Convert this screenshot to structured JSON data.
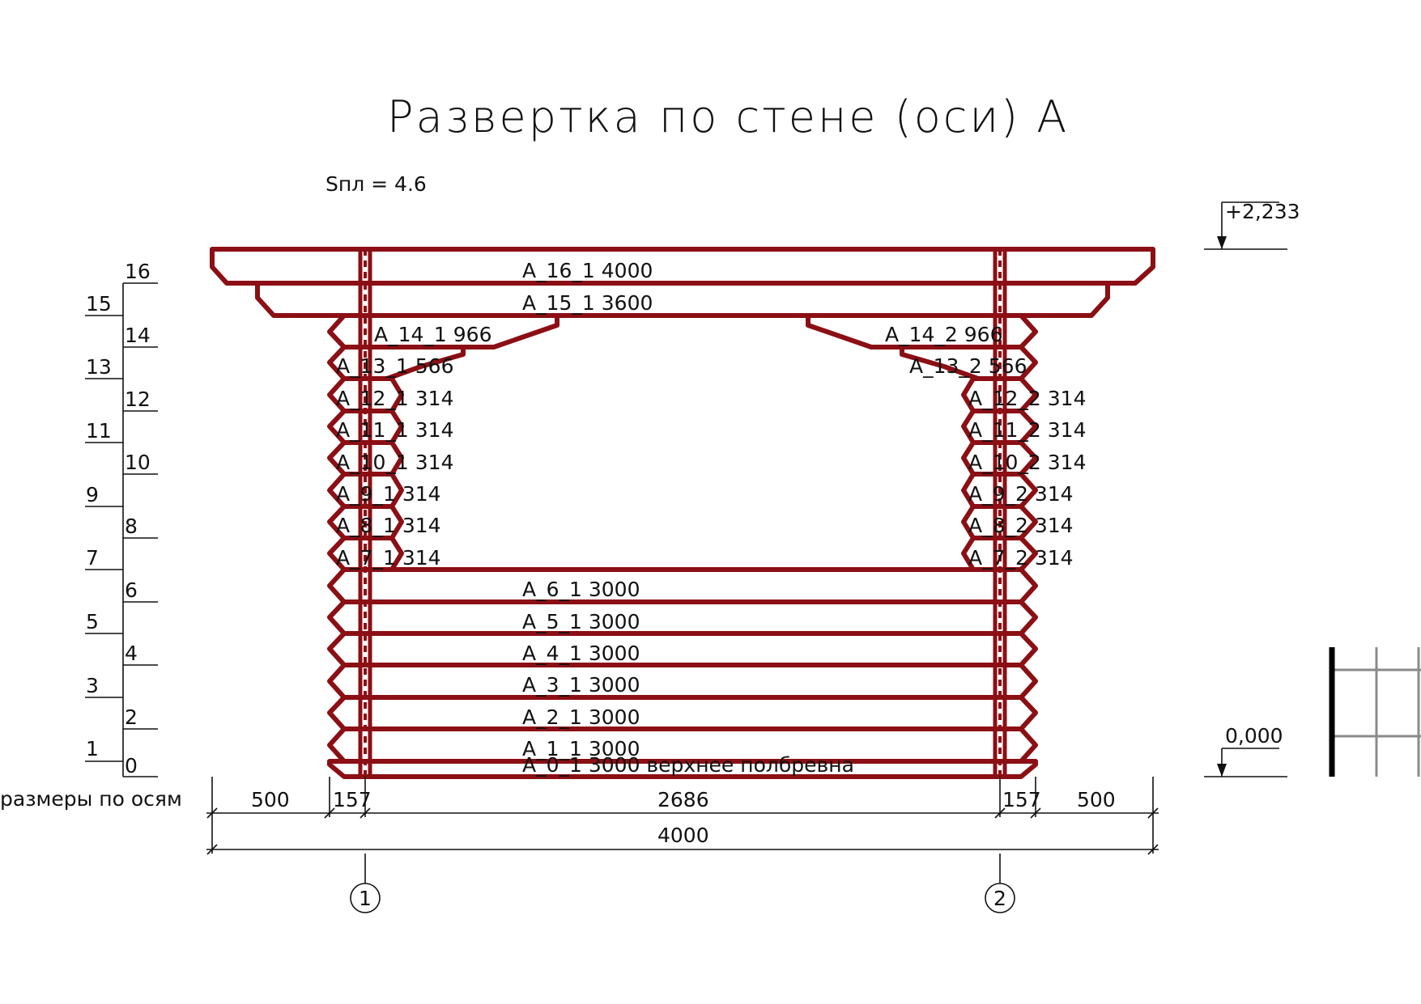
{
  "title": "Развертка по стене (оси)  А",
  "area_label": "Sпл = 4.6",
  "level_top": "+2,233",
  "level_zero": "0,000",
  "axis_dim_caption": "размеры по осям",
  "row_numbers": [
    "0",
    "1",
    "2",
    "3",
    "4",
    "5",
    "6",
    "7",
    "8",
    "9",
    "10",
    "11",
    "12",
    "13",
    "14",
    "15",
    "16"
  ],
  "logs": {
    "row16": "A_16_1  4000",
    "row15": "A_15_1  3600",
    "row14_left": "A_14_1  966",
    "row14_right": "A_14_2  966",
    "row13_left": "A_13_1  566",
    "row13_right": "A_13_2  566",
    "row12_left": "A_12_1  314",
    "row12_right": "A_12_2  314",
    "row11_left": "A_11_1  314",
    "row11_right": "A_11_2  314",
    "row10_left": "A_10_1  314",
    "row10_right": "A_10_2  314",
    "row9_left": "A_9_1  314",
    "row9_right": "A_9_2  314",
    "row8_left": "A_8_1  314",
    "row8_right": "A_8_2  314",
    "row7_left": "A_7_1  314",
    "row7_right": "A_7_2  314",
    "row6": "A_6_1  3000",
    "row5": "A_5_1  3000",
    "row4": "A_4_1  3000",
    "row3": "A_3_1  3000",
    "row2": "A_2_1  3000",
    "row1": "A_1_1  3000",
    "row0": "A_0_1  3000 верхнее полбревна"
  },
  "dimensions": {
    "left_overhang": "500",
    "left_half": "157",
    "middle": "2686",
    "right_half": "157",
    "right_overhang": "500",
    "total": "4000"
  },
  "axes": [
    "1",
    "2"
  ],
  "colors": {
    "log_stroke": "#8b0f14",
    "line": "#111111"
  }
}
